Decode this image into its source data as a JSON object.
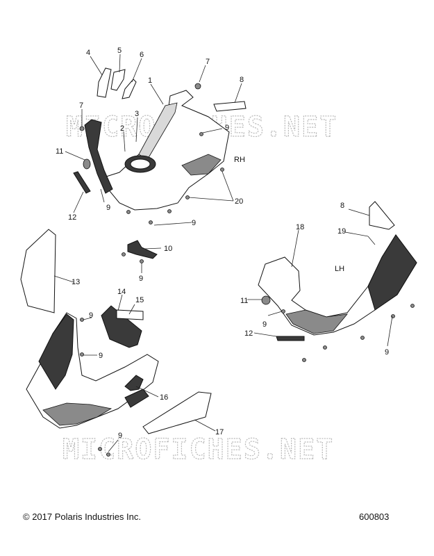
{
  "watermarks": [
    "MICROFICHES.NET",
    "MICROFICHES.NET"
  ],
  "side_labels": {
    "rh": "RH",
    "lh": "LH"
  },
  "callouts": {
    "c4": "4",
    "c5": "5",
    "c6": "6",
    "c7a": "7",
    "c7b": "7",
    "c8a": "8",
    "c1": "1",
    "c3": "3",
    "c2": "2",
    "c9a": "9",
    "c11a": "11",
    "c20": "20",
    "c12a": "12",
    "c9b": "9",
    "c9c": "9",
    "c10": "10",
    "c9d": "9",
    "c13": "13",
    "c14": "14",
    "c15": "15",
    "c9e": "9",
    "c9f": "9",
    "c16": "16",
    "c17": "17",
    "c9g": "9",
    "c8b": "8",
    "c19": "19",
    "c18": "18",
    "c11b": "11",
    "c9h": "9",
    "c12b": "12",
    "c9i": "9"
  },
  "footer": {
    "copyright": "© 2017 Polaris Industries Inc.",
    "figure_number": "600803"
  }
}
